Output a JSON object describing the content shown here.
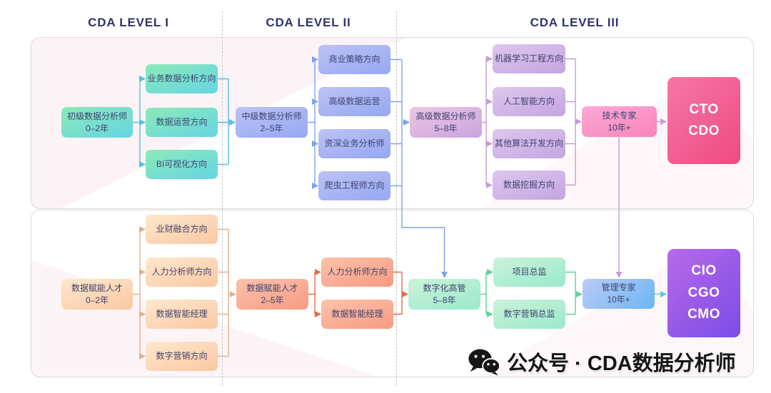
{
  "headers": {
    "level1": "CDA LEVEL I",
    "level2": "CDA LEVEL II",
    "level3": "CDA LEVEL III"
  },
  "top_row": {
    "stage_entry": {
      "title": "初级数据分析师",
      "years": "0–2年"
    },
    "level1_branches": [
      "业务数据分析方向",
      "数据运营方向",
      "BI可视化方向"
    ],
    "stage_mid": {
      "title": "中级数据分析师",
      "years": "2–5年"
    },
    "level2_branches": [
      "商业策略方向",
      "高级数据运营",
      "资深业务分析师",
      "爬虫工程师方向"
    ],
    "stage_senior": {
      "title": "高级数据分析师",
      "years": "5–8年"
    },
    "level3_branches": [
      "机器学习工程方向",
      "人工智能方向",
      "其他算法开发方向",
      "数据挖掘方向"
    ],
    "stage_expert": {
      "title": "技术专家",
      "years": "10年+"
    },
    "final_roles": [
      "CTO",
      "CDO"
    ]
  },
  "bottom_row": {
    "stage_entry": {
      "title": "数据赋能人才",
      "years": "0–2年"
    },
    "level1_branches": [
      "业财融合方向",
      "人力分析师方向",
      "数据智能经理",
      "数字营销方向"
    ],
    "stage_mid": {
      "title": "数据赋能人才",
      "years": "2–5年"
    },
    "level2_branches": [
      "人力分析师方向",
      "数据智能经理"
    ],
    "stage_exec": {
      "title": "数字化高管",
      "years": "5–8年"
    },
    "level3_branches": [
      "项目总监",
      "数字营销总监"
    ],
    "stage_expert": {
      "title": "管理专家",
      "years": "10年+"
    },
    "final_roles": [
      "CIO",
      "CGO",
      "CMO"
    ]
  },
  "footer": {
    "wechat_label": "公众号 · CDA数据分析师"
  },
  "palette": {
    "header_text": "#2f3370",
    "node_text": "#3e4370",
    "track1_level1": "#65d5e2",
    "track1_level2": "#95a8f1",
    "track1_level3": "#c9a4de",
    "track1_expert": "#f883ba",
    "track1_final": "#ee4b81",
    "track2_level1": "#fbc8a3",
    "track2_level2": "#f99a82",
    "track2_level3": "#9ae9cb",
    "track2_expert": "#6db6f3",
    "track2_final": "#7a4ce6"
  }
}
